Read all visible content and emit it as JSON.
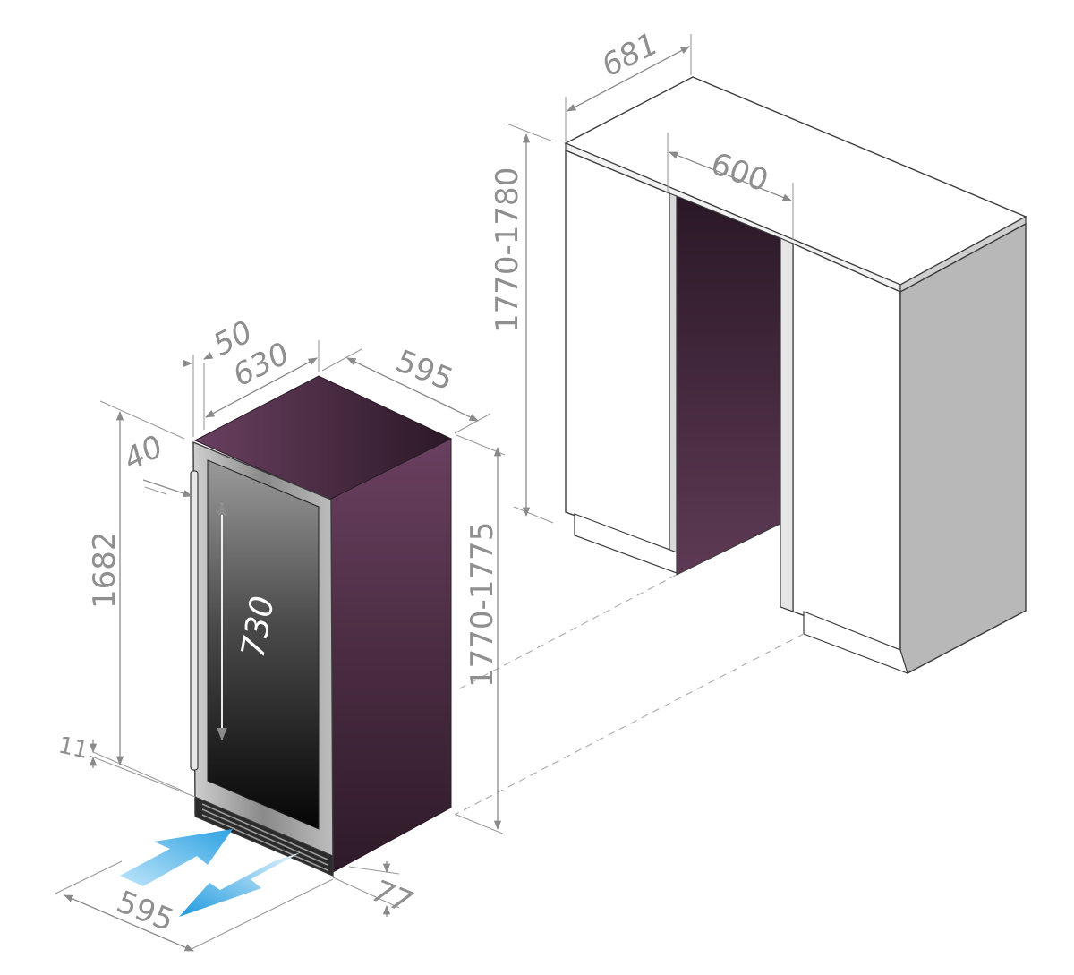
{
  "colors": {
    "cabinet_body": "#4a2c42",
    "cabinet_side": "#3d2336",
    "cabinet_top": "#3a2233",
    "door_glass": "#1c1c1c",
    "door_frame": "#a9a9a9",
    "furniture_front": "#ffffff",
    "furniture_side": "#b8b8b8",
    "airflow": "#35a9e6",
    "dimension": "#8f8f8f"
  },
  "dimensions": {
    "top_width": "681",
    "niche_width": "600",
    "niche_height": "1770-1780",
    "door_offset": "50",
    "total_depth": "630",
    "unit_width_top": "595",
    "door_thickness": "40",
    "unit_height": "1682",
    "glass_height": "730",
    "installed_height": "1770-1775",
    "base_gap": "11",
    "unit_width_bottom": "595",
    "plinth_depth": "77"
  }
}
